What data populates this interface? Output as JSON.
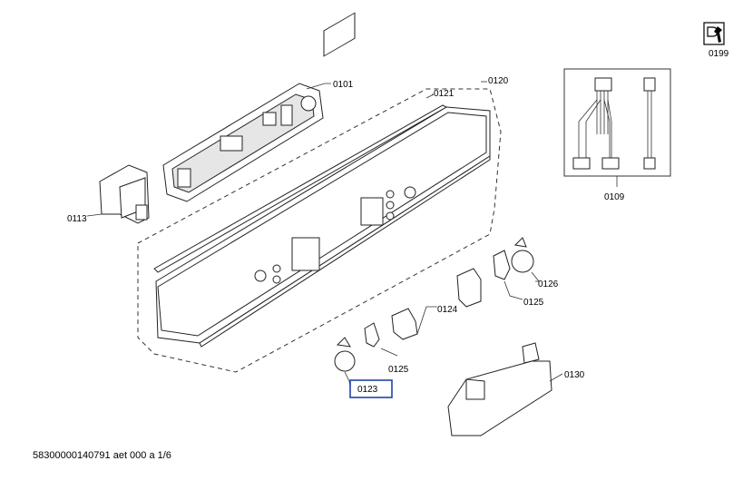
{
  "labels": {
    "p0101": "0101",
    "p0109": "0109",
    "p0113": "0113",
    "p0120": "0120",
    "p0121": "0121",
    "p0123": "0123",
    "p0124": "0124",
    "p0125a": "0125",
    "p0125b": "0125",
    "p0126": "0126",
    "p0130": "0130",
    "p0199": "0199"
  },
  "selected_part": "0123",
  "footer": "58300000140791 aet 000 a 1/6",
  "colors": {
    "selection": "#2244aa",
    "line": "#222222"
  },
  "icons": {
    "service_tool": "wrench-plug-icon"
  }
}
